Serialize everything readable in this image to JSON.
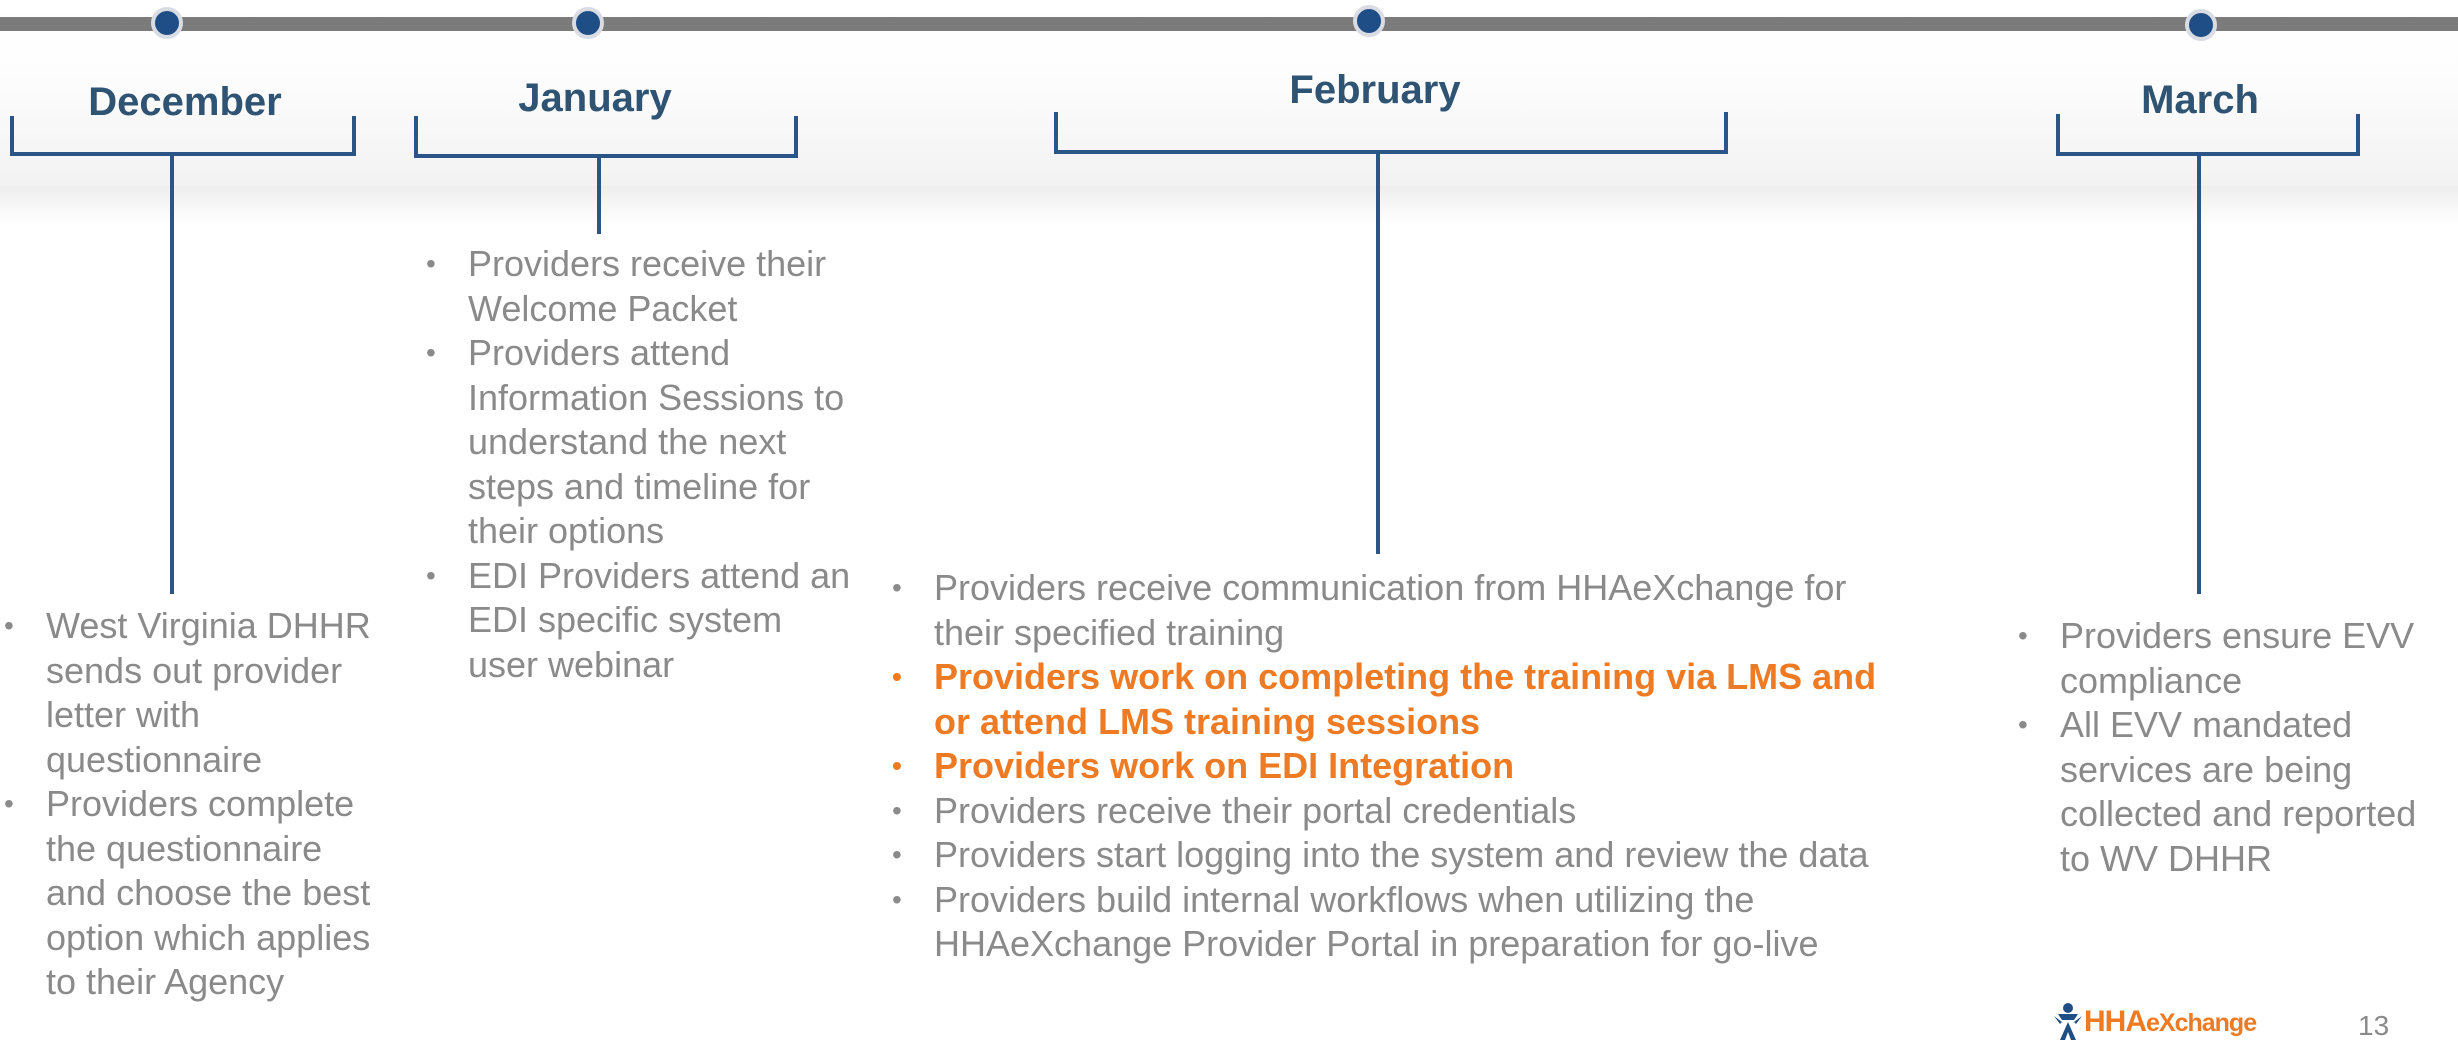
{
  "months": {
    "december": "December",
    "january": "January",
    "february": "February",
    "march": "March"
  },
  "columns": {
    "december": [
      {
        "text": "West Virginia DHHR sends out provider letter with questionnaire"
      },
      {
        "text": "Providers complete the questionnaire and choose the best option which applies to their Agency"
      }
    ],
    "january": [
      {
        "text": "Providers receive their Welcome Packet"
      },
      {
        "text": "Providers attend Information Sessions to understand the next steps and timeline for their options"
      },
      {
        "text": "EDI Providers attend an EDI specific system user webinar"
      }
    ],
    "february": [
      {
        "text": "Providers receive communication from HHAeXchange for their specified training"
      },
      {
        "text": "Providers work on completing the training via LMS and or attend LMS training sessions"
      },
      {
        "text": "Providers work on EDI Integration"
      },
      {
        "text": "Providers receive their portal credentials"
      },
      {
        "text": "Providers start logging into the system and review the data"
      },
      {
        "text": "Providers build internal workflows when utilizing the HHAeXchange Provider Portal in preparation for go-live"
      }
    ],
    "march": [
      {
        "text": "Providers ensure EVV compliance"
      },
      {
        "text": "All EVV mandated services are being collected and reported to WV DHHR"
      }
    ]
  },
  "logo": {
    "brand": "HHA",
    "suffix": "eXchange"
  },
  "page_number": "13",
  "colors": {
    "heading": "#2f5373",
    "line": "#2b5587",
    "body_text": "#8a8a8a",
    "highlight": "#ee7a23",
    "timeline": "#7b7b7b"
  }
}
